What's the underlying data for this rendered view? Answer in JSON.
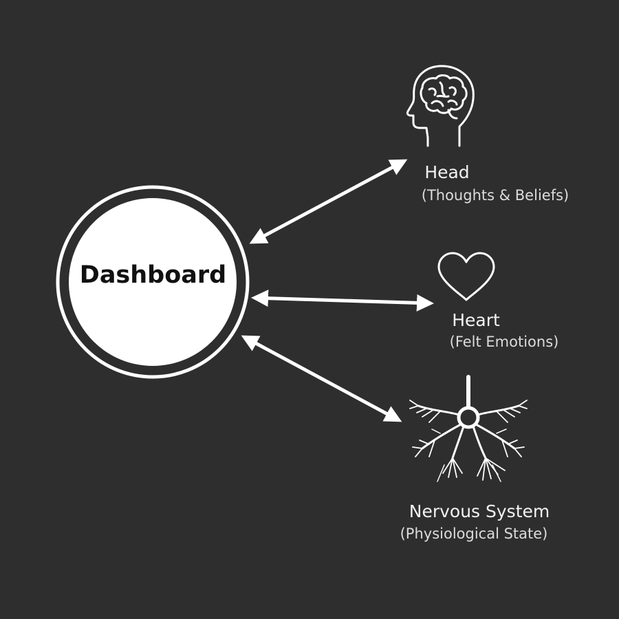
{
  "hub": {
    "label": "Dashboard"
  },
  "nodes": [
    {
      "id": "head",
      "icon": "head-brain-icon",
      "title": "Head",
      "subtitle": "(Thoughts & Beliefs)"
    },
    {
      "id": "heart",
      "icon": "heart-icon",
      "title": "Heart",
      "subtitle": "(Felt Emotions)"
    },
    {
      "id": "nervous-system",
      "icon": "neuron-icon",
      "title": "Nervous System",
      "subtitle": "(Physiological State)"
    }
  ],
  "connections": [
    {
      "from": "Dashboard",
      "to": "Head",
      "direction": "bidirectional"
    },
    {
      "from": "Dashboard",
      "to": "Heart",
      "direction": "bidirectional"
    },
    {
      "from": "Dashboard",
      "to": "Nervous System",
      "direction": "bidirectional"
    }
  ],
  "colors": {
    "background": "#2e2e2e",
    "foreground": "#ffffff",
    "hub_fill": "#ffffff",
    "hub_text": "#111111"
  }
}
